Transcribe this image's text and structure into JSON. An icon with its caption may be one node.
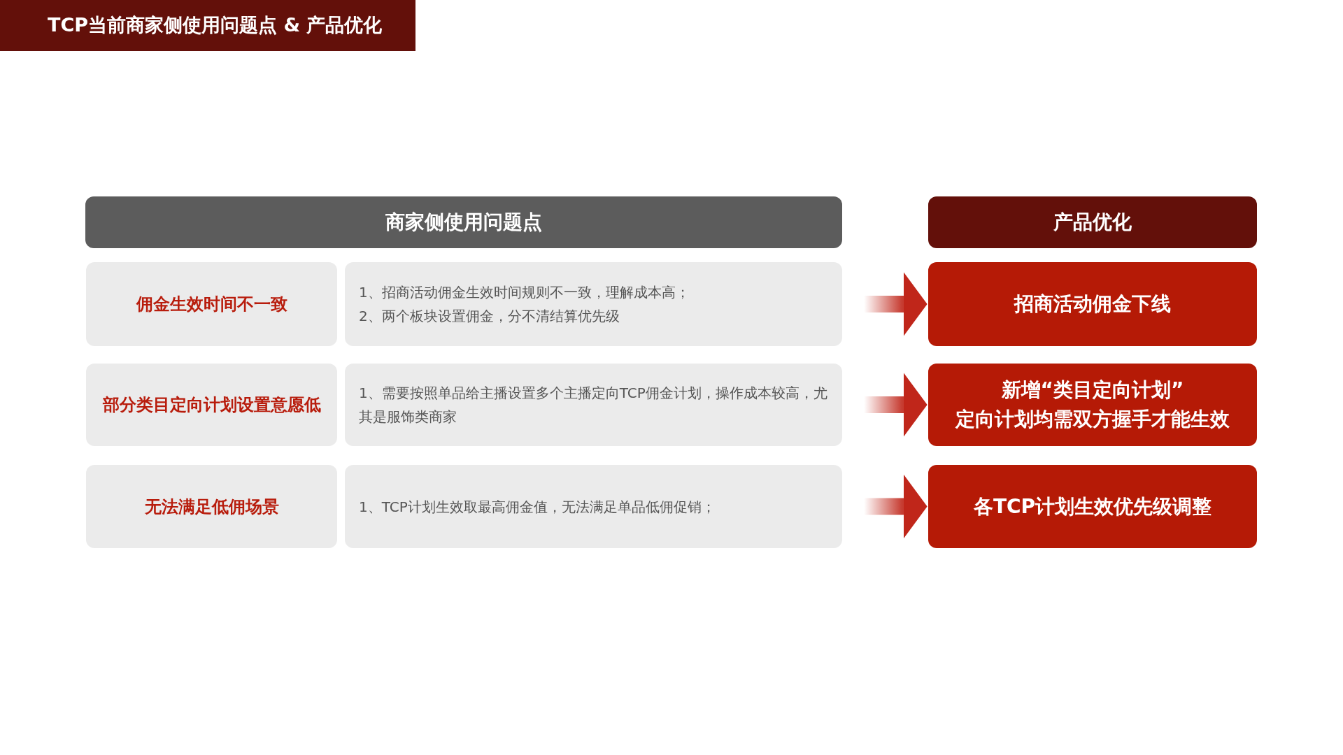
{
  "diagram": {
    "title": "TCP当前商家侧使用问题点 & 产品优化",
    "nodes": [
      {
        "text": [
          "商家侧使用问题点"
        ]
      },
      {
        "text": [
          "产品优化"
        ]
      },
      {
        "text": [
          "佣金生效时间不一致"
        ]
      },
      {
        "text": [
          "1、招商活动佣金生效时间规则不一致，理解成本高；",
          "2、两个板块设置佣金，分不清结算优先级"
        ]
      },
      {
        "text": [
          "招商活动佣金下线"
        ]
      },
      {
        "text": [
          "部分类目定向计划设置意愿低"
        ]
      },
      {
        "text": [
          "1、需要按照单品给主播设置多个主播定向TCP佣金计划，操作成本较高，尤其是服饰类商家"
        ]
      },
      {
        "text": [
          "新增“类目定向计划”",
          "定向计划均需双方握手才能生效"
        ]
      },
      {
        "text": [
          "无法满足低佣场景"
        ]
      },
      {
        "text": [
          "1、TCP计划生效取最高佣金值，无法满足单品低佣促销；"
        ]
      },
      {
        "text": [
          "各TCP计划生效优先级调整"
        ]
      }
    ],
    "edges": [
      {
        "from": 3,
        "to": 4,
        "arrow": "to"
      },
      {
        "from": 6,
        "to": 7,
        "arrow": "to"
      },
      {
        "from": 9,
        "to": 10,
        "arrow": "to"
      }
    ]
  }
}
